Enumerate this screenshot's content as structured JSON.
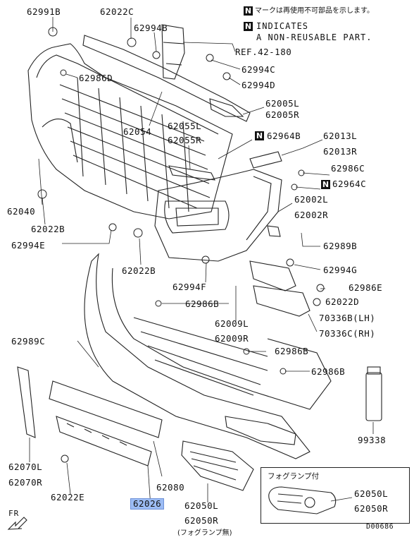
{
  "legend": {
    "jp": "マークは再使用不可部品を示します。",
    "en_line1": "INDICATES",
    "en_line2": "A NON-REUSABLE PART."
  },
  "n_mark": "N",
  "ref": "REF.42-180",
  "parts": {
    "p62991B": "62991B",
    "p62022C": "62022C",
    "p62994B": "62994B",
    "p62986D": "62986D",
    "p62994C": "62994C",
    "p62994D": "62994D",
    "p62005L": "62005L",
    "p62005R": "62005R",
    "p62054": "62054",
    "p62055L": "62055L",
    "p62055R": "62055R",
    "p62964B": "62964B",
    "p62013L": "62013L",
    "p62013R": "62013R",
    "p62986C": "62986C",
    "p62964C": "62964C",
    "p62002L": "62002L",
    "p62002R": "62002R",
    "p62040": "62040",
    "p62022B_a": "62022B",
    "p62994E": "62994E",
    "p62989B": "62989B",
    "p62022B_b": "62022B",
    "p62994G": "62994G",
    "p62986E": "62986E",
    "p62022D": "62022D",
    "p62994F": "62994F",
    "p62986B_a": "62986B",
    "p62009L": "62009L",
    "p62009R": "62009R",
    "p70336B": "70336B(LH)",
    "p70336C": "70336C(RH)",
    "p62989C": "62989C",
    "p62986B_b": "62986B",
    "p62986B_c": "62986B",
    "p99338": "99338",
    "p62070L": "62070L",
    "p62070R": "62070R",
    "p62080": "62080",
    "p62022E": "62022E",
    "p62026": "62026",
    "p62050L_main": "62050L",
    "p62050R_main": "62050R",
    "no_foglamp": "(フォグランプ無)",
    "p62050L_inset": "62050L",
    "p62050R_inset": "62050R"
  },
  "inset_title": "フォグランプ付",
  "fr_label": "FR",
  "diagram_id": "D00686",
  "colors": {
    "highlight": "#9cbcf4",
    "ink": "#111111"
  }
}
